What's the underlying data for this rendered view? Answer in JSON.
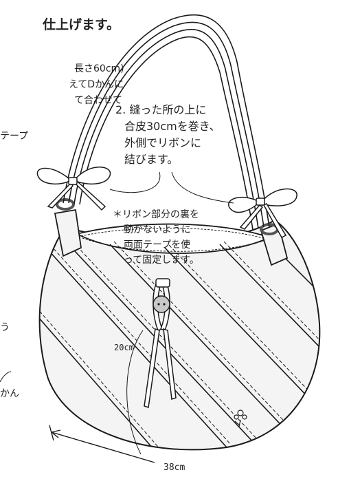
{
  "top_heading": "仕上げます。",
  "left_note": {
    "line1": "長さ60cm)",
    "line2": "えてDかんに",
    "line3": "て合わせて",
    "line4": "テープ"
  },
  "step2": {
    "line1": "2. 縫った所の上に",
    "line2": "合皮30cmを巻き、",
    "line3": "外側でリボンに",
    "line4": "結びます。"
  },
  "tip": {
    "line1": "＊リボン部分の裏を",
    "line2": "動かないように",
    "line3": "両面テープを使",
    "line4": "って固定します。"
  },
  "left_fragment_u": "う",
  "left_fragment_kan": "かん",
  "dim_strap": "20cm",
  "dim_width": "38cm",
  "colors": {
    "bag_fill": "#f4f4f4",
    "line": "#1a1a1a",
    "paper": "#ffffff"
  }
}
